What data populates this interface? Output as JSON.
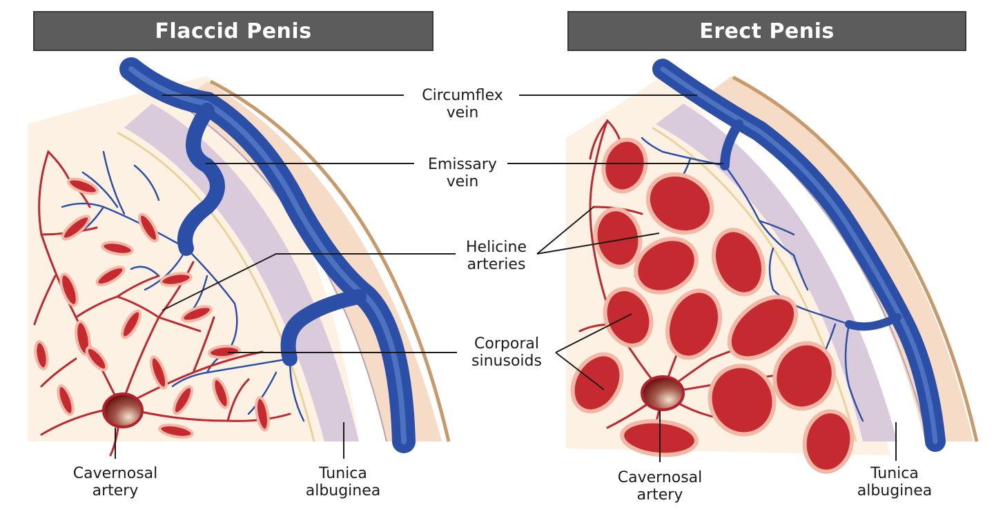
{
  "headers": {
    "left": "Flaccid Penis",
    "right": "Erect Penis"
  },
  "labels": {
    "circumflex": [
      "Circumflex",
      "vein"
    ],
    "emissary": [
      "Emissary",
      "vein"
    ],
    "helicine": [
      "Helicine",
      "arteries"
    ],
    "corporal": [
      "Corporal",
      "sinusoids"
    ],
    "cavernosal_left": [
      "Cavernosal",
      "artery"
    ],
    "tunica_left": [
      "Tunica",
      "albuginea"
    ],
    "cavernosal_right": [
      "Cavernosal",
      "artery"
    ],
    "tunica_right": [
      "Tunica",
      "albuginea"
    ]
  },
  "colors": {
    "vein": "#2b4fa6",
    "artery": "#c0262b",
    "sinusoid_fill": "#c42a30",
    "sinusoid_rim": "#f2b8a5",
    "tissue": "#fdf1e4",
    "tunica_band": "#d9cbdc",
    "outer_band": "#f6dcc6",
    "skin_line": "#c79a6c",
    "header_bg": "#5c5c5c"
  }
}
